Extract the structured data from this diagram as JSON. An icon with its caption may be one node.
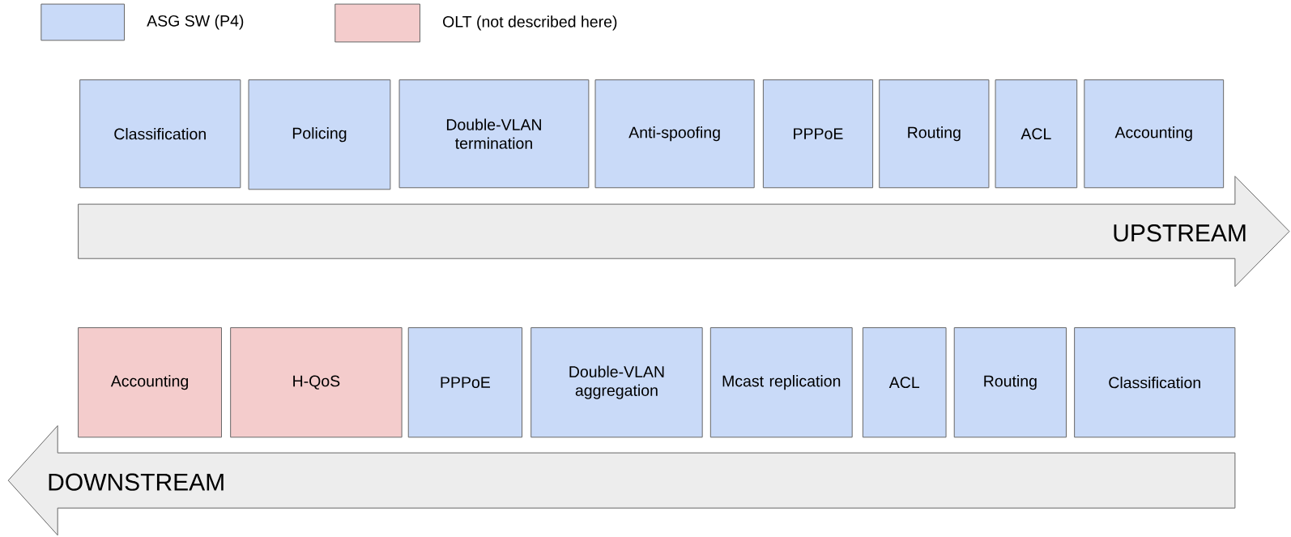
{
  "diagram": {
    "nodes": [
      {
        "text": [
          "Classification"
        ]
      },
      {
        "text": [
          "Policing"
        ]
      },
      {
        "text": [
          "Double-VLAN termination"
        ]
      },
      {
        "text": [
          "Anti-spoofing"
        ]
      },
      {
        "text": [
          "PPPoE"
        ]
      },
      {
        "text": [
          "Routing"
        ]
      },
      {
        "text": [
          "ACL"
        ]
      },
      {
        "text": [
          "Accounting"
        ]
      },
      {
        "text": [
          "UPSTREAM"
        ]
      },
      {
        "text": [
          "Accounting"
        ]
      },
      {
        "text": [
          "H-QoS"
        ]
      },
      {
        "text": [
          "PPPoE"
        ]
      },
      {
        "text": [
          "Double-VLAN aggregation"
        ]
      },
      {
        "text": [
          "Mcast replication"
        ]
      },
      {
        "text": [
          "ACL"
        ]
      },
      {
        "text": [
          "Routing"
        ]
      },
      {
        "text": [
          "Classification"
        ]
      },
      {
        "text": [
          "DOWNSTREAM"
        ]
      }
    ],
    "legend": [
      {
        "text": "ASG SW (P4)",
        "color": "#c9daf8"
      },
      {
        "text": "OLT (not described here)",
        "color": "#f4cccc"
      }
    ]
  }
}
